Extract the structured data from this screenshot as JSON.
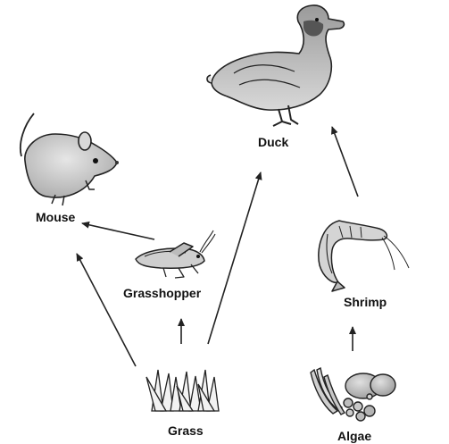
{
  "organisms": {
    "duck": "Duck",
    "mouse": "Mouse",
    "grasshopper": "Grasshopper",
    "shrimp": "Shrimp",
    "grass": "Grass",
    "algae": "Algae"
  },
  "food_web": [
    {
      "from": "Grass",
      "to": "Mouse"
    },
    {
      "from": "Grass",
      "to": "Grasshopper"
    },
    {
      "from": "Grass",
      "to": "Duck"
    },
    {
      "from": "Grasshopper",
      "to": "Mouse"
    },
    {
      "from": "Algae",
      "to": "Shrimp"
    },
    {
      "from": "Shrimp",
      "to": "Duck"
    }
  ],
  "icons": [
    "duck-icon",
    "mouse-icon",
    "grasshopper-icon",
    "shrimp-icon",
    "grass-icon",
    "algae-icon"
  ]
}
